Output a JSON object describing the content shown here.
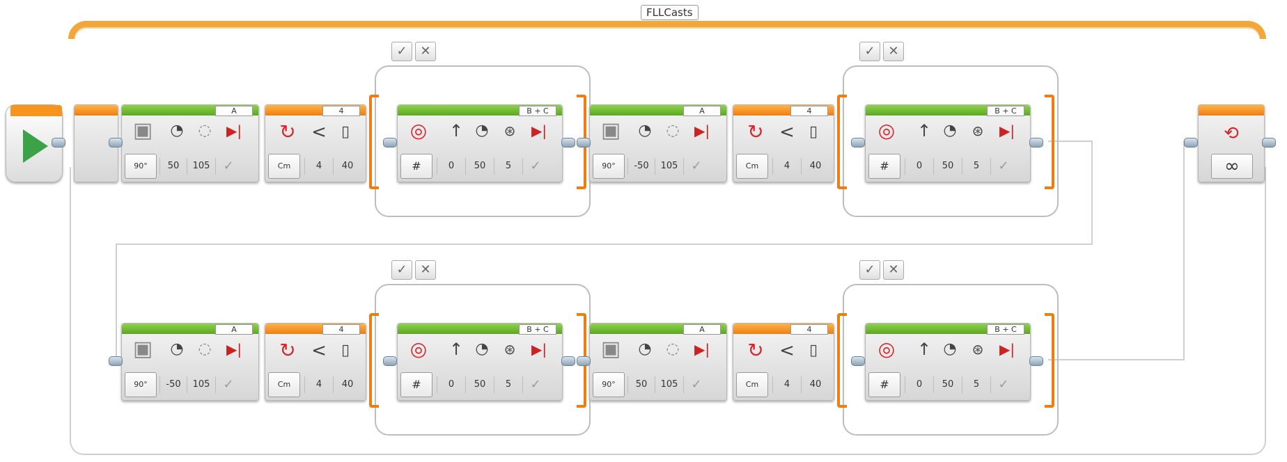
{
  "loop": {
    "label": "FLLCasts",
    "mode_symbol": "∞"
  },
  "case_buttons": {
    "true": "✓",
    "false": "✕"
  },
  "rows": [
    {
      "groups": [
        {
          "motor": {
            "port": "A",
            "values": [
              "50",
              "105"
            ],
            "check": "✓",
            "mode_icon": "90°"
          },
          "wait": {
            "port": "4",
            "compare": "<",
            "values": [
              "4",
              "40"
            ],
            "unit": "Cm"
          },
          "steer": {
            "port": "B + C",
            "values": [
              "0",
              "50",
              "5"
            ],
            "check": "✓",
            "mode_icon": "#"
          }
        },
        {
          "motor": {
            "port": "A",
            "values": [
              "-50",
              "105"
            ],
            "check": "✓",
            "mode_icon": "90°"
          },
          "wait": {
            "port": "4",
            "compare": "<",
            "values": [
              "4",
              "40"
            ],
            "unit": "Cm"
          },
          "steer": {
            "port": "B + C",
            "values": [
              "0",
              "50",
              "5"
            ],
            "check": "✓",
            "mode_icon": "#"
          }
        }
      ]
    },
    {
      "groups": [
        {
          "motor": {
            "port": "A",
            "values": [
              "-50",
              "105"
            ],
            "check": "✓",
            "mode_icon": "90°"
          },
          "wait": {
            "port": "4",
            "compare": "<",
            "values": [
              "4",
              "40"
            ],
            "unit": "Cm"
          },
          "steer": {
            "port": "B + C",
            "values": [
              "0",
              "50",
              "5"
            ],
            "check": "✓",
            "mode_icon": "#"
          }
        },
        {
          "motor": {
            "port": "A",
            "values": [
              "50",
              "105"
            ],
            "check": "✓",
            "mode_icon": "90°"
          },
          "wait": {
            "port": "4",
            "compare": "<",
            "values": [
              "4",
              "40"
            ],
            "unit": "Cm"
          },
          "steer": {
            "port": "B + C",
            "values": [
              "0",
              "50",
              "5"
            ],
            "check": "✓",
            "mode_icon": "#"
          }
        }
      ]
    }
  ],
  "colors": {
    "loop_orange": "#f3a73a",
    "motor_green": "#6cbf2a",
    "sensor_orange": "#f07d12",
    "start_green": "#3aa34a"
  },
  "icons": [
    "play-icon",
    "medium-motor-icon",
    "speed-icon",
    "degrees-icon",
    "brake-icon",
    "switch-loop-icon",
    "ultrasonic-sensor-icon",
    "steering-icon",
    "arrow-up-icon",
    "rotations-icon",
    "loop-icon"
  ]
}
